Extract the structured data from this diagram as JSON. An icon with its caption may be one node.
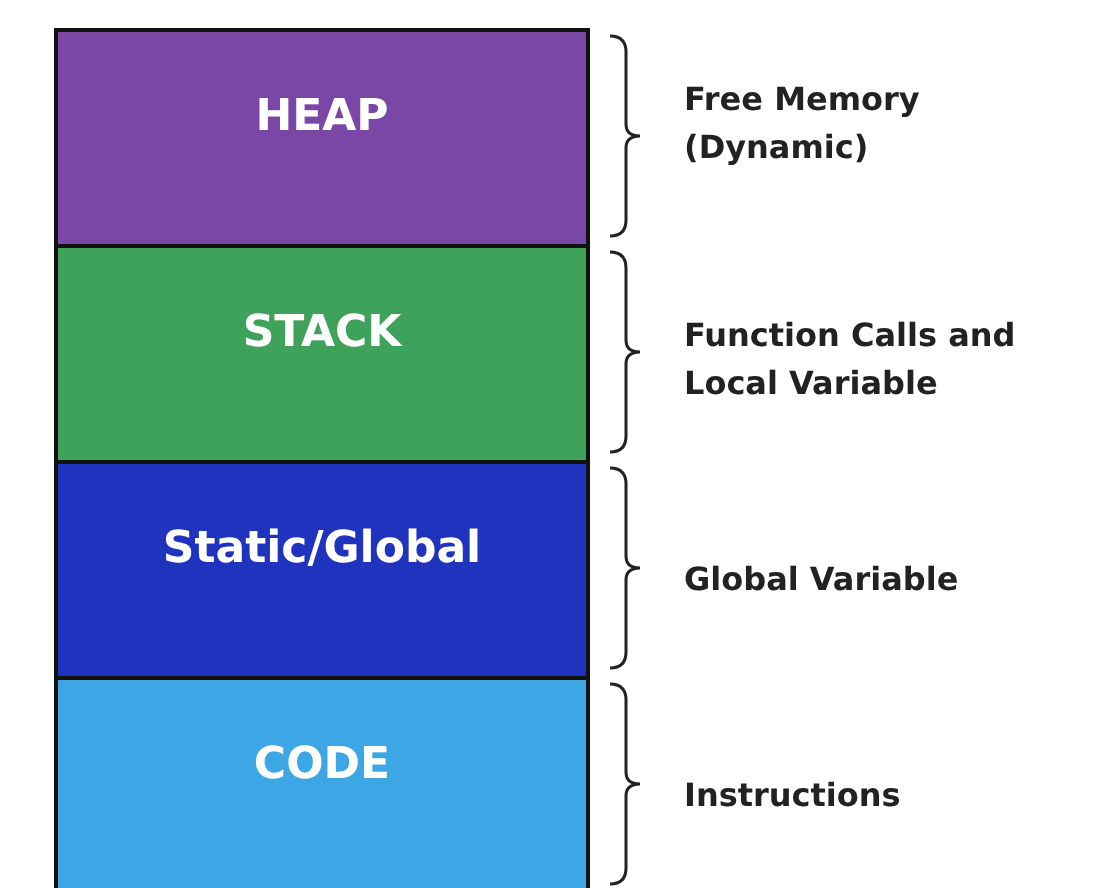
{
  "diagram": {
    "nodes": [
      {
        "text": [
          "HEAP"
        ],
        "beside": [
          "Free Memory (Dynamic)"
        ]
      },
      {
        "text": [
          "STACK"
        ],
        "beside": [
          "Function Calls and Local Variable"
        ]
      },
      {
        "text": [
          "Static/Global"
        ],
        "beside": [
          "Global Variable"
        ]
      },
      {
        "text": [
          "CODE"
        ],
        "beside": [
          "Instructions"
        ]
      }
    ],
    "edges": []
  }
}
